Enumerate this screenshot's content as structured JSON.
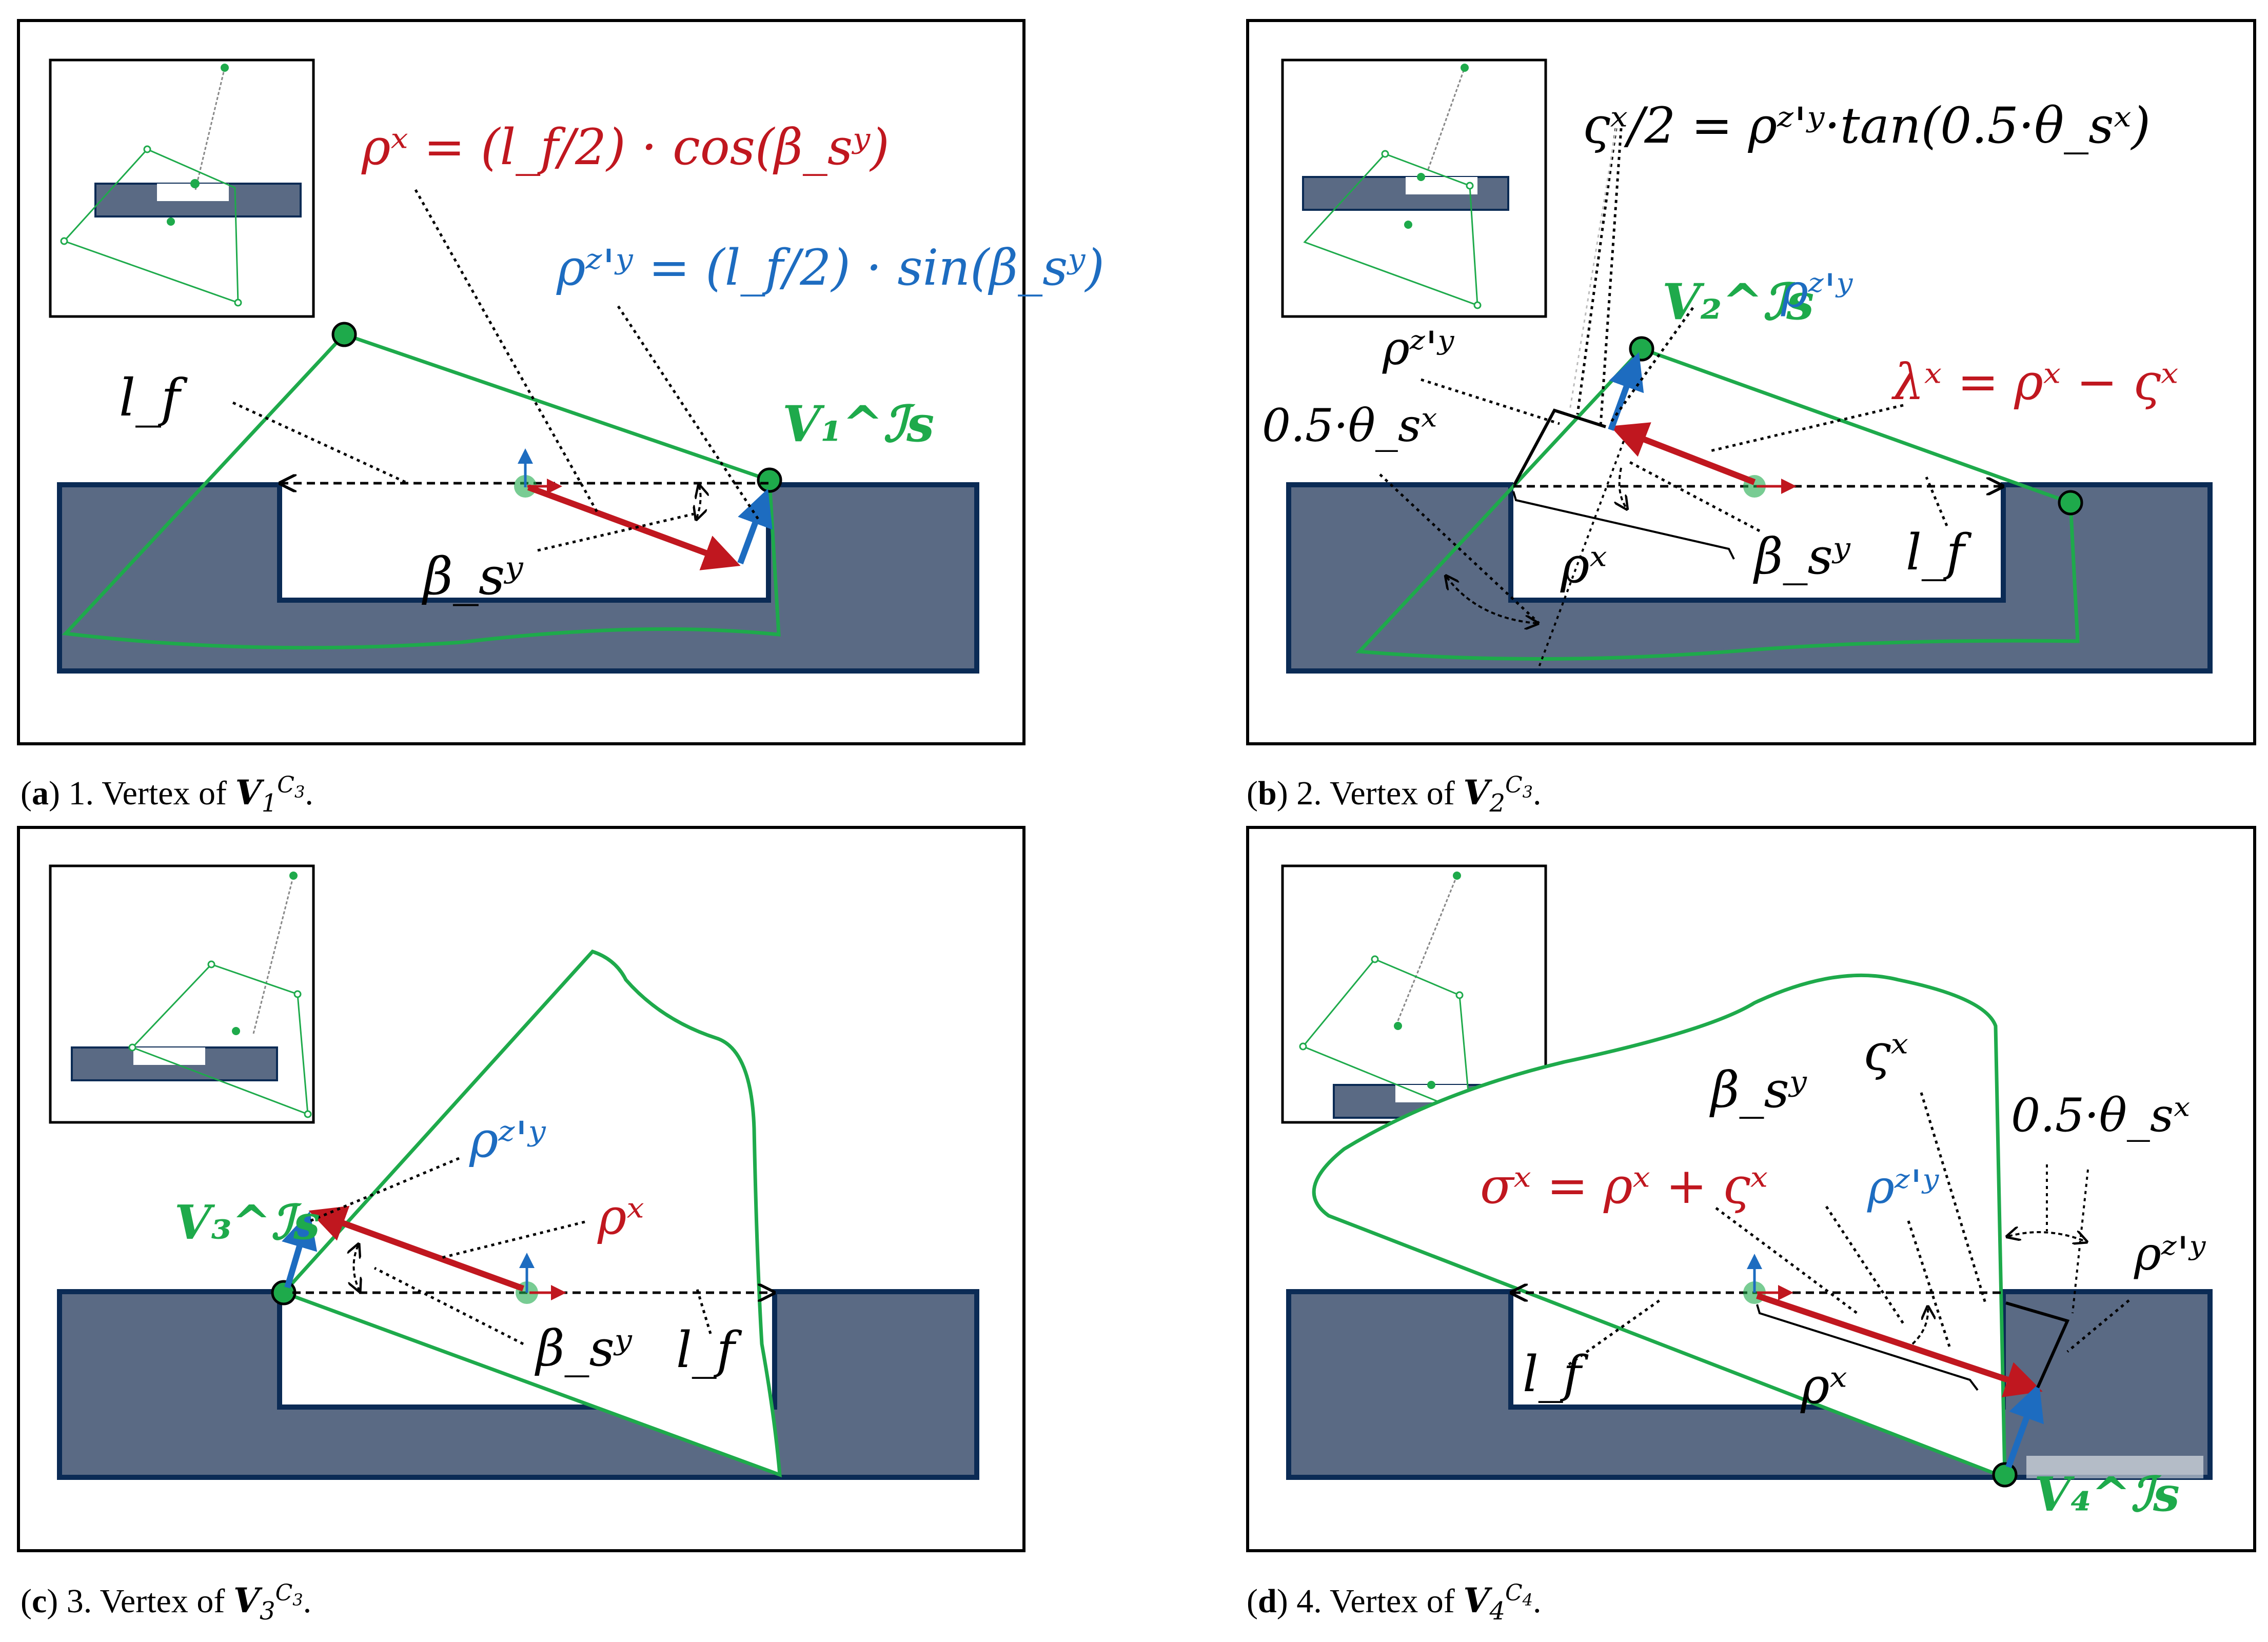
{
  "panels": [
    {
      "id": "a",
      "caption": {
        "letter": "a",
        "text": "1. Vertex of",
        "symbol": "V",
        "sub": "1",
        "sup_base": "C",
        "sup_sub": "3"
      },
      "labels": {
        "rho_x_eq": "ρˣ = (l_f/2) · cos(β_sʸ)",
        "rho_zy_eq": "ρᶻ'ʸ = (l_f/2) · sin(β_sʸ)",
        "lf": "l_f",
        "beta": "β_sʸ",
        "vertex": "V₁^ℐs"
      }
    },
    {
      "id": "b",
      "caption": {
        "letter": "b",
        "text": "2. Vertex of",
        "symbol": "V",
        "sub": "2",
        "sup_base": "C",
        "sup_sub": "3"
      },
      "labels": {
        "varsigma_eq": "ςˣ/2 = ρᶻ'ʸ·tan(0.5·θ_sˣ)",
        "lambda_eq": "λˣ = ρˣ − ςˣ",
        "rho_zy_a": "ρᶻ'ʸ",
        "rho_zy_b": "ρᶻ'ʸ",
        "theta": "0.5·θ_sˣ",
        "rho_x": "ρˣ",
        "beta": "β_sʸ",
        "lf": "l_f",
        "vertex": "V₂^ℐs"
      }
    },
    {
      "id": "c",
      "caption": {
        "letter": "c",
        "text": "3. Vertex of",
        "symbol": "V",
        "sub": "3",
        "sup_base": "C",
        "sup_sub": "3"
      },
      "labels": {
        "rho_zy": "ρᶻ'ʸ",
        "rho_x": "ρˣ",
        "beta": "β_sʸ",
        "lf": "l_f",
        "vertex": "V₃^ℐs"
      }
    },
    {
      "id": "d",
      "caption": {
        "letter": "d",
        "text": "4. Vertex of",
        "symbol": "V",
        "sub": "4",
        "sup_base": "C",
        "sup_sub": "4"
      },
      "labels": {
        "sigma_eq": "σˣ = ρˣ + ςˣ",
        "beta": "β_sʸ",
        "varsigma": "ςˣ",
        "theta": "0.5·θ_sˣ",
        "rho_zy_a": "ρᶻ'ʸ",
        "rho_zy_b": "ρᶻ'ʸ",
        "rho_x": "ρˣ",
        "lf": "l_f",
        "vertex": "V₄^ℐs"
      }
    }
  ],
  "colors": {
    "slab": "#5a6a84",
    "slab_border": "#0b2b55",
    "green": "#1eaa4b",
    "red": "#c0171f",
    "blue": "#1d6cc0",
    "black": "#000000"
  }
}
